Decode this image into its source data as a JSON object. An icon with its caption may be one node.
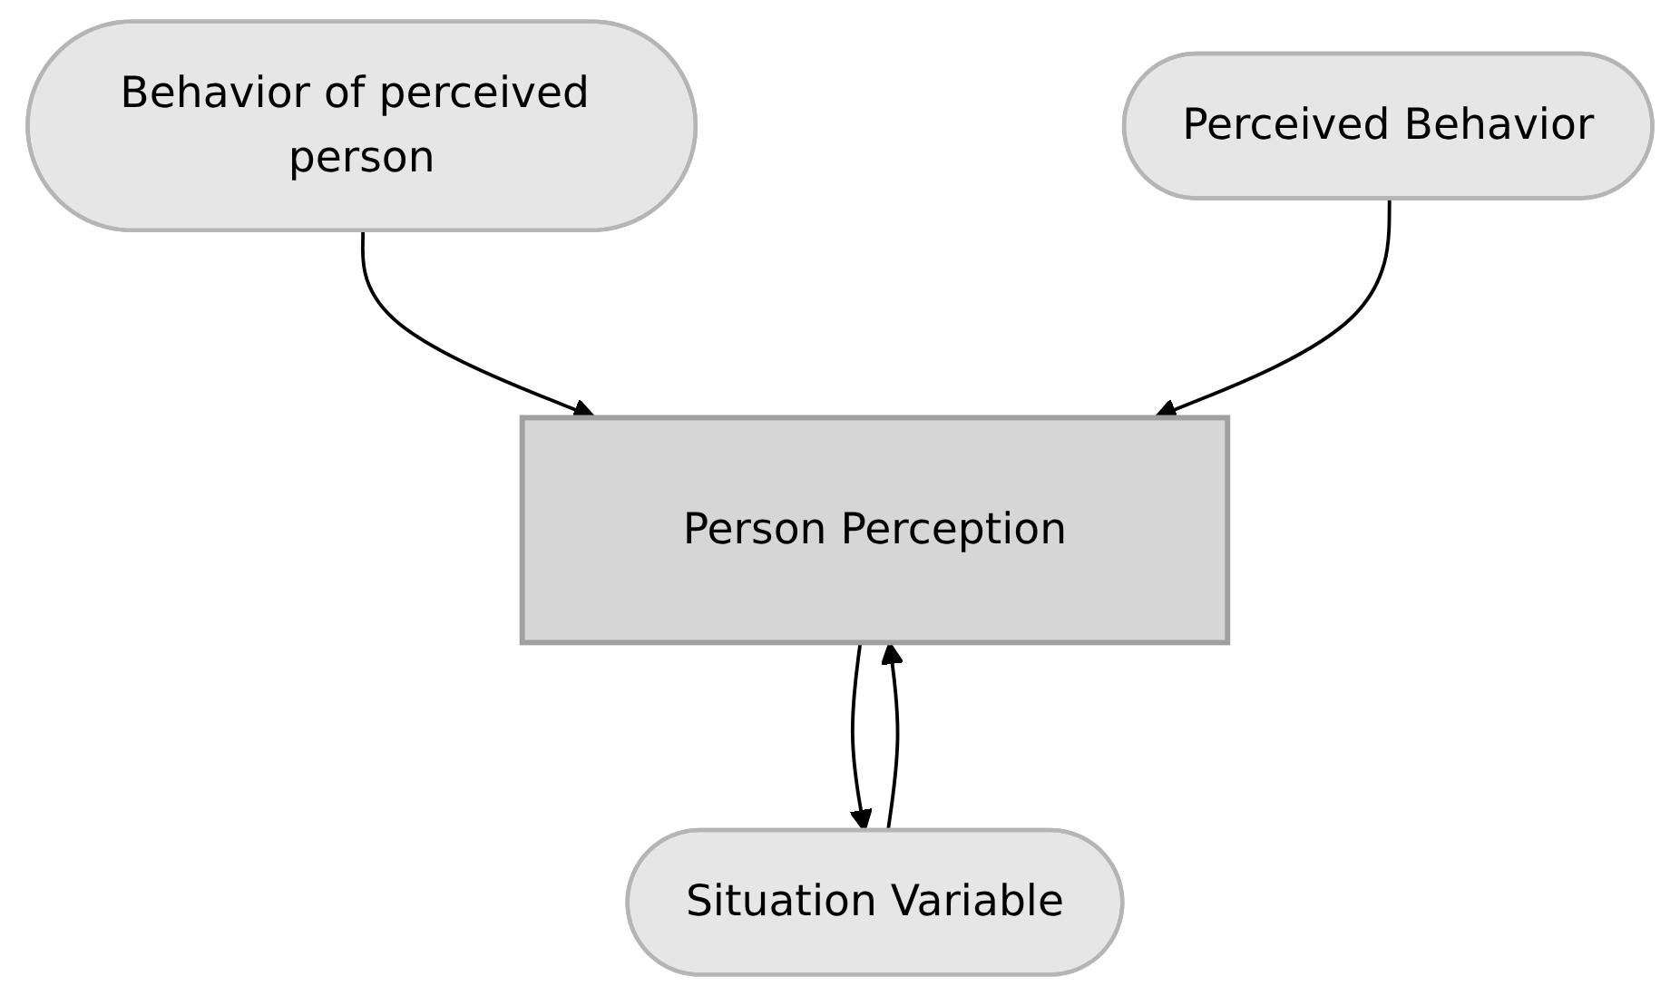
{
  "diagram": {
    "nodes": [
      {
        "text": [
          "Behavior of perceived person"
        ]
      },
      {
        "text": [
          "Perceived Behavior"
        ]
      },
      {
        "text": [
          "Person Perception"
        ]
      },
      {
        "text": [
          "Situation Variable"
        ]
      }
    ],
    "edges": [
      {
        "from": 0,
        "to": 2,
        "arrow": "to"
      },
      {
        "from": 1,
        "to": 2,
        "arrow": "to"
      },
      {
        "from": 2,
        "to": 3,
        "arrow": "to"
      },
      {
        "from": 3,
        "to": 2,
        "arrow": "to"
      }
    ]
  }
}
